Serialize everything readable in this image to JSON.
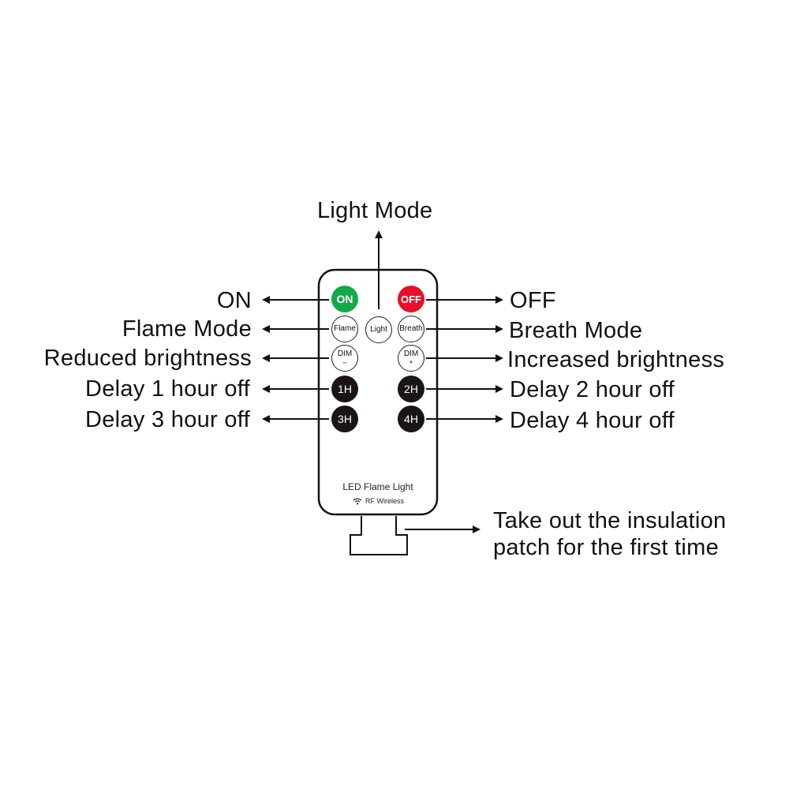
{
  "remote": {
    "buttons": {
      "on": "ON",
      "off": "OFF",
      "flame": "Flame",
      "light": "Light",
      "breath": "Breath",
      "dim_minus": "DIM",
      "dim_minus_sign": "–",
      "dim_plus": "DIM",
      "dim_plus_sign": "+",
      "h1": "1H",
      "h2": "2H",
      "h3": "3H",
      "h4": "4H"
    },
    "brand": "LED Flame Light",
    "wireless": "RF Wireless"
  },
  "labels": {
    "light_mode": "Light Mode",
    "on": "ON",
    "off": "OFF",
    "flame_mode": "Flame Mode",
    "breath_mode": "Breath Mode",
    "reduced_brightness": "Reduced brightness",
    "increased_brightness": "Increased brightness",
    "delay_1": "Delay 1 hour off",
    "delay_2": "Delay 2 hour off",
    "delay_3": "Delay 3 hour off",
    "delay_4": "Delay 4 hour off",
    "insulation_line1": "Take out the insulation",
    "insulation_line2": "patch for the first time"
  },
  "colors": {
    "on": "#13a94a",
    "off": "#e5112a",
    "dark_button": "#1a1414",
    "line": "#111111"
  },
  "icons": {
    "arrow": "arrow-icon",
    "wifi": "wifi-icon"
  }
}
